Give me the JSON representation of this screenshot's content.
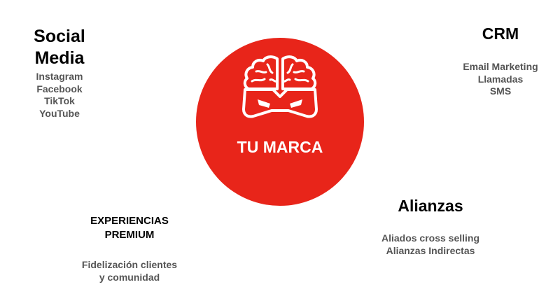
{
  "center": {
    "label": "TU MARCA",
    "icon": "brain-mask-icon",
    "color": "#E8251A"
  },
  "social_media": {
    "title_line1": "Social",
    "title_line2": "Media",
    "items": [
      "Instagram",
      "Facebook",
      "TikTok",
      "YouTube"
    ]
  },
  "crm": {
    "title": "CRM",
    "items": [
      "Email Marketing",
      "Llamadas",
      "SMS"
    ]
  },
  "alianzas": {
    "title": "Alianzas",
    "items": [
      "Aliados cross selling",
      "Alianzas Indirectas"
    ]
  },
  "experiencias": {
    "title_line1": "EXPERIENCIAS",
    "title_line2": "PREMIUM",
    "items": [
      "Fidelización clientes",
      "y comunidad"
    ]
  }
}
